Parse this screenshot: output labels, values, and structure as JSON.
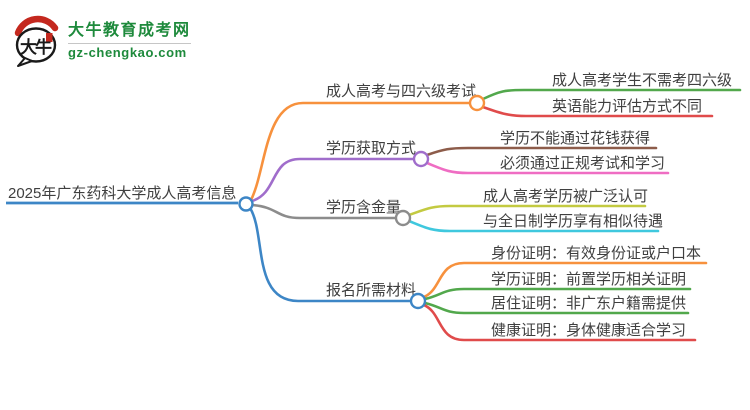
{
  "logo": {
    "icon_text": "大牛",
    "title": "大牛教育成考网",
    "domain": "gz-chengkao.com",
    "brand_green": "#1e8a3c",
    "brand_red": "#c4281e"
  },
  "mindmap": {
    "text_color": "#3f3f3f",
    "root": {
      "label": "2025年广东药科大学成人高考信息",
      "color": "#3d86c6"
    },
    "branches": [
      {
        "label": "成人高考与四六级考试",
        "color": "#f7913d",
        "children": [
          {
            "label": "成人高考学生不需考四六级",
            "color": "#52a84c"
          },
          {
            "label": "英语能力评估方式不同",
            "color": "#e04b4b"
          }
        ]
      },
      {
        "label": "学历获取方式",
        "color": "#a06dcb",
        "children": [
          {
            "label": "学历不能通过花钱获得",
            "color": "#8d5c4a"
          },
          {
            "label": "必须通过正规考试和学习",
            "color": "#ef6dc3"
          }
        ]
      },
      {
        "label": "学历含金量",
        "color": "#8c8c8c",
        "children": [
          {
            "label": "成人高考学历被广泛认可",
            "color": "#c3ca41"
          },
          {
            "label": "与全日制学历享有相似待遇",
            "color": "#3fc8de"
          }
        ]
      },
      {
        "label": "报名所需材料",
        "color": "#3d86c6",
        "children": [
          {
            "label": "身份证明：有效身份证或户口本",
            "color": "#f7913d"
          },
          {
            "label": "学历证明：前置学历相关证明",
            "color": "#52a84c"
          },
          {
            "label": "居住证明：非广东户籍需提供",
            "color": "#52a84c"
          },
          {
            "label": "健康证明：身体健康适合学习",
            "color": "#e04b4b"
          }
        ]
      }
    ]
  }
}
